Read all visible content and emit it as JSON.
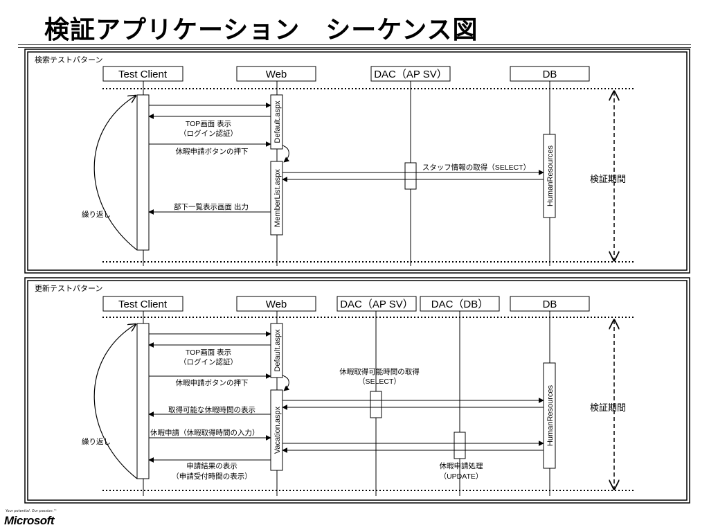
{
  "title": "検証アプリケーション　シーケンス図",
  "footer": {
    "tagline": "Your potential. Our passion.™",
    "logo": "Microsoft"
  },
  "panels": [
    {
      "label": "検索テストパターン",
      "lifelines": [
        "Test Client",
        "Web",
        "DAC（AP SV）",
        "DB"
      ],
      "activations": [
        "Default.aspx",
        "MemberList.aspx",
        "HumanResources"
      ],
      "messages": [
        "TOP画面 表示",
        "（ログイン認証）",
        "休暇申請ボタンの押下",
        "スタッフ情報の取得（SELECT）",
        "部下一覧表示画面 出力"
      ],
      "loop_label": "繰り返し",
      "period_label": "検証期間"
    },
    {
      "label": "更新テストパターン",
      "lifelines": [
        "Test Client",
        "Web",
        "DAC（AP SV）",
        "DAC（DB）",
        "DB"
      ],
      "activations": [
        "Default.aspx",
        "Vacation.aspx",
        "HumanResources"
      ],
      "messages": [
        "TOP画面 表示",
        "（ログイン認証）",
        "休暇申請ボタンの押下",
        "休暇取得可能時間の取得",
        "（SELECT）",
        "取得可能な休暇時間の表示",
        "休暇申請（休暇取得時間の入力）",
        "申請結果の表示",
        "（申請受付時間の表示）",
        "休暇申請処理",
        "（UPDATE）"
      ],
      "loop_label": "繰り返し",
      "period_label": "検証期間"
    }
  ]
}
